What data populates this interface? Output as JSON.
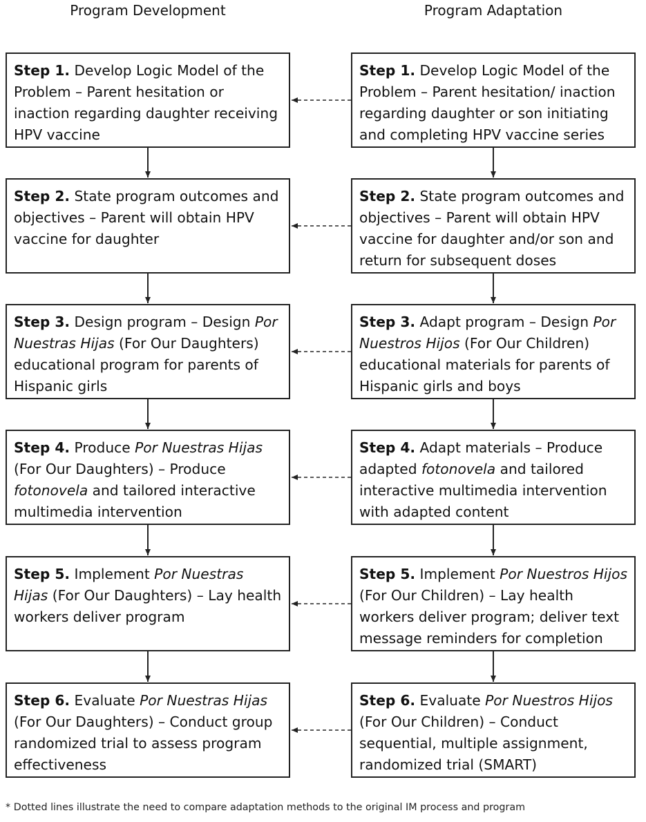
{
  "headers": {
    "left": "Program Development",
    "right": "Program Adaptation"
  },
  "development": [
    {
      "step": "Step 1.",
      "parts": [
        {
          "t": " Develop Logic Model of the Problem – Parent hesitation or inaction regarding daughter receiving HPV vaccine"
        }
      ]
    },
    {
      "step": "Step 2.",
      "parts": [
        {
          "t": " State program outcomes and objectives – Parent will obtain HPV vaccine for daughter"
        }
      ]
    },
    {
      "step": "Step 3.",
      "parts": [
        {
          "t": " Design program – Design "
        },
        {
          "t": "Por Nuestras Hijas",
          "i": true
        },
        {
          "t": " (For Our Daughters) educational program for parents of Hispanic girls"
        }
      ]
    },
    {
      "step": "Step 4.",
      "parts": [
        {
          "t": " Produce "
        },
        {
          "t": "Por Nuestras Hijas",
          "i": true
        },
        {
          "t": " (For Our Daughters) – Produce "
        },
        {
          "t": "fotonovela",
          "i": true
        },
        {
          "t": " and tailored interactive multimedia intervention"
        }
      ]
    },
    {
      "step": "Step 5.",
      "parts": [
        {
          "t": " Implement "
        },
        {
          "t": "Por Nuestras Hijas",
          "i": true
        },
        {
          "t": " (For Our Daughters) – Lay health workers deliver program"
        }
      ]
    },
    {
      "step": "Step 6.",
      "parts": [
        {
          "t": " Evaluate "
        },
        {
          "t": "Por Nuestras Hijas",
          "i": true
        },
        {
          "t": " (For Our Daughters) – Conduct group randomized trial to assess program effectiveness"
        }
      ]
    }
  ],
  "adaptation": [
    {
      "step": "Step 1.",
      "parts": [
        {
          "t": " Develop Logic Model of the Problem – Parent hesitation/ inaction regarding daughter or son initiating and completing HPV vaccine series"
        }
      ]
    },
    {
      "step": "Step 2.",
      "parts": [
        {
          "t": " State program outcomes and objectives – Parent will obtain HPV vaccine for daughter and/or son and return for subsequent doses"
        }
      ]
    },
    {
      "step": "Step 3.",
      "parts": [
        {
          "t": " Adapt program – Design "
        },
        {
          "t": "Por Nuestros Hijos",
          "i": true
        },
        {
          "t": " (For Our Children) educational materials for parents of Hispanic girls and boys"
        }
      ]
    },
    {
      "step": "Step 4.",
      "parts": [
        {
          "t": " Adapt materials – Produce adapted "
        },
        {
          "t": "fotonovela",
          "i": true
        },
        {
          "t": " and tailored interactive multimedia intervention with adapted content"
        }
      ]
    },
    {
      "step": "Step 5.",
      "parts": [
        {
          "t": " Implement "
        },
        {
          "t": "Por Nuestros Hijos",
          "i": true
        },
        {
          "t": " (For Our Children) – Lay health workers deliver program; deliver text message reminders for completion"
        }
      ]
    },
    {
      "step": "Step 6.",
      "parts": [
        {
          "t": " Evaluate "
        },
        {
          "t": "Por Nuestros Hijos",
          "i": true
        },
        {
          "t": " (For Our Children) – Conduct sequential, multiple assignment, randomized trial (SMART)"
        }
      ]
    }
  ],
  "footnote": "* Dotted lines illustrate the need to compare adaptation methods to the original IM process and program",
  "colors": {
    "line": "#222222",
    "text": "#111111",
    "background": "#ffffff"
  }
}
